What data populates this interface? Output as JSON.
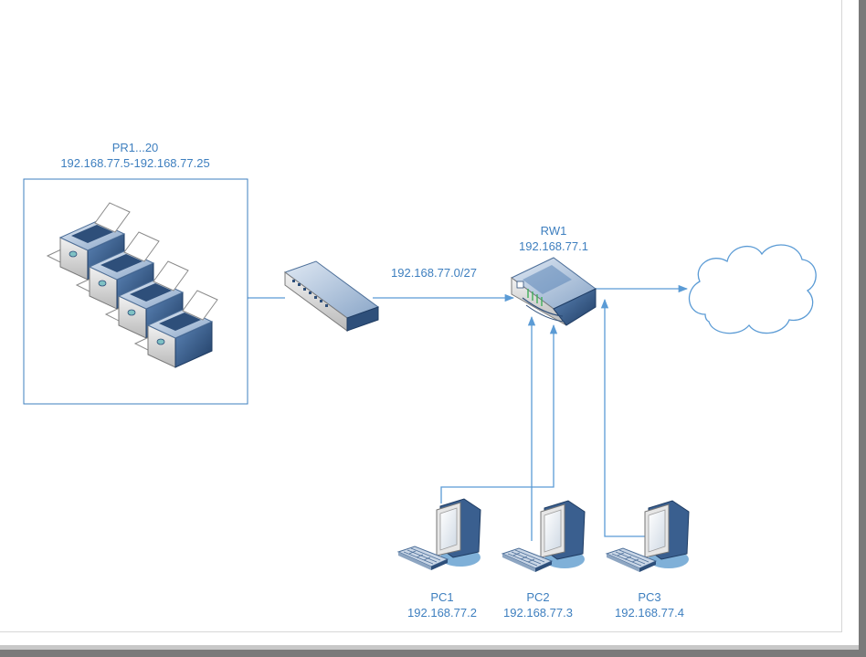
{
  "printers": {
    "name": "PR1...20",
    "ip": "192.168.77.5-192.168.77.25"
  },
  "subnet": {
    "label": "192.168.77.0/27"
  },
  "router": {
    "name": "RW1",
    "ip": "192.168.77.1"
  },
  "pcs": [
    {
      "name": "PC1",
      "ip": "192.168.77.2"
    },
    {
      "name": "PC2",
      "ip": "192.168.77.3"
    },
    {
      "name": "PC3",
      "ip": "192.168.77.4"
    }
  ],
  "colors": {
    "line": "#5b9bd5",
    "label": "#3e7fbf",
    "device_dark": "#2e4f7a",
    "device_light": "#c9d6e6",
    "pc_base": "#7fb0d8"
  },
  "icons": {
    "printer_group": "printer-icon",
    "switch": "switch-icon",
    "router": "router-icon",
    "internet": "cloud-icon",
    "workstation": "computer-icon"
  }
}
